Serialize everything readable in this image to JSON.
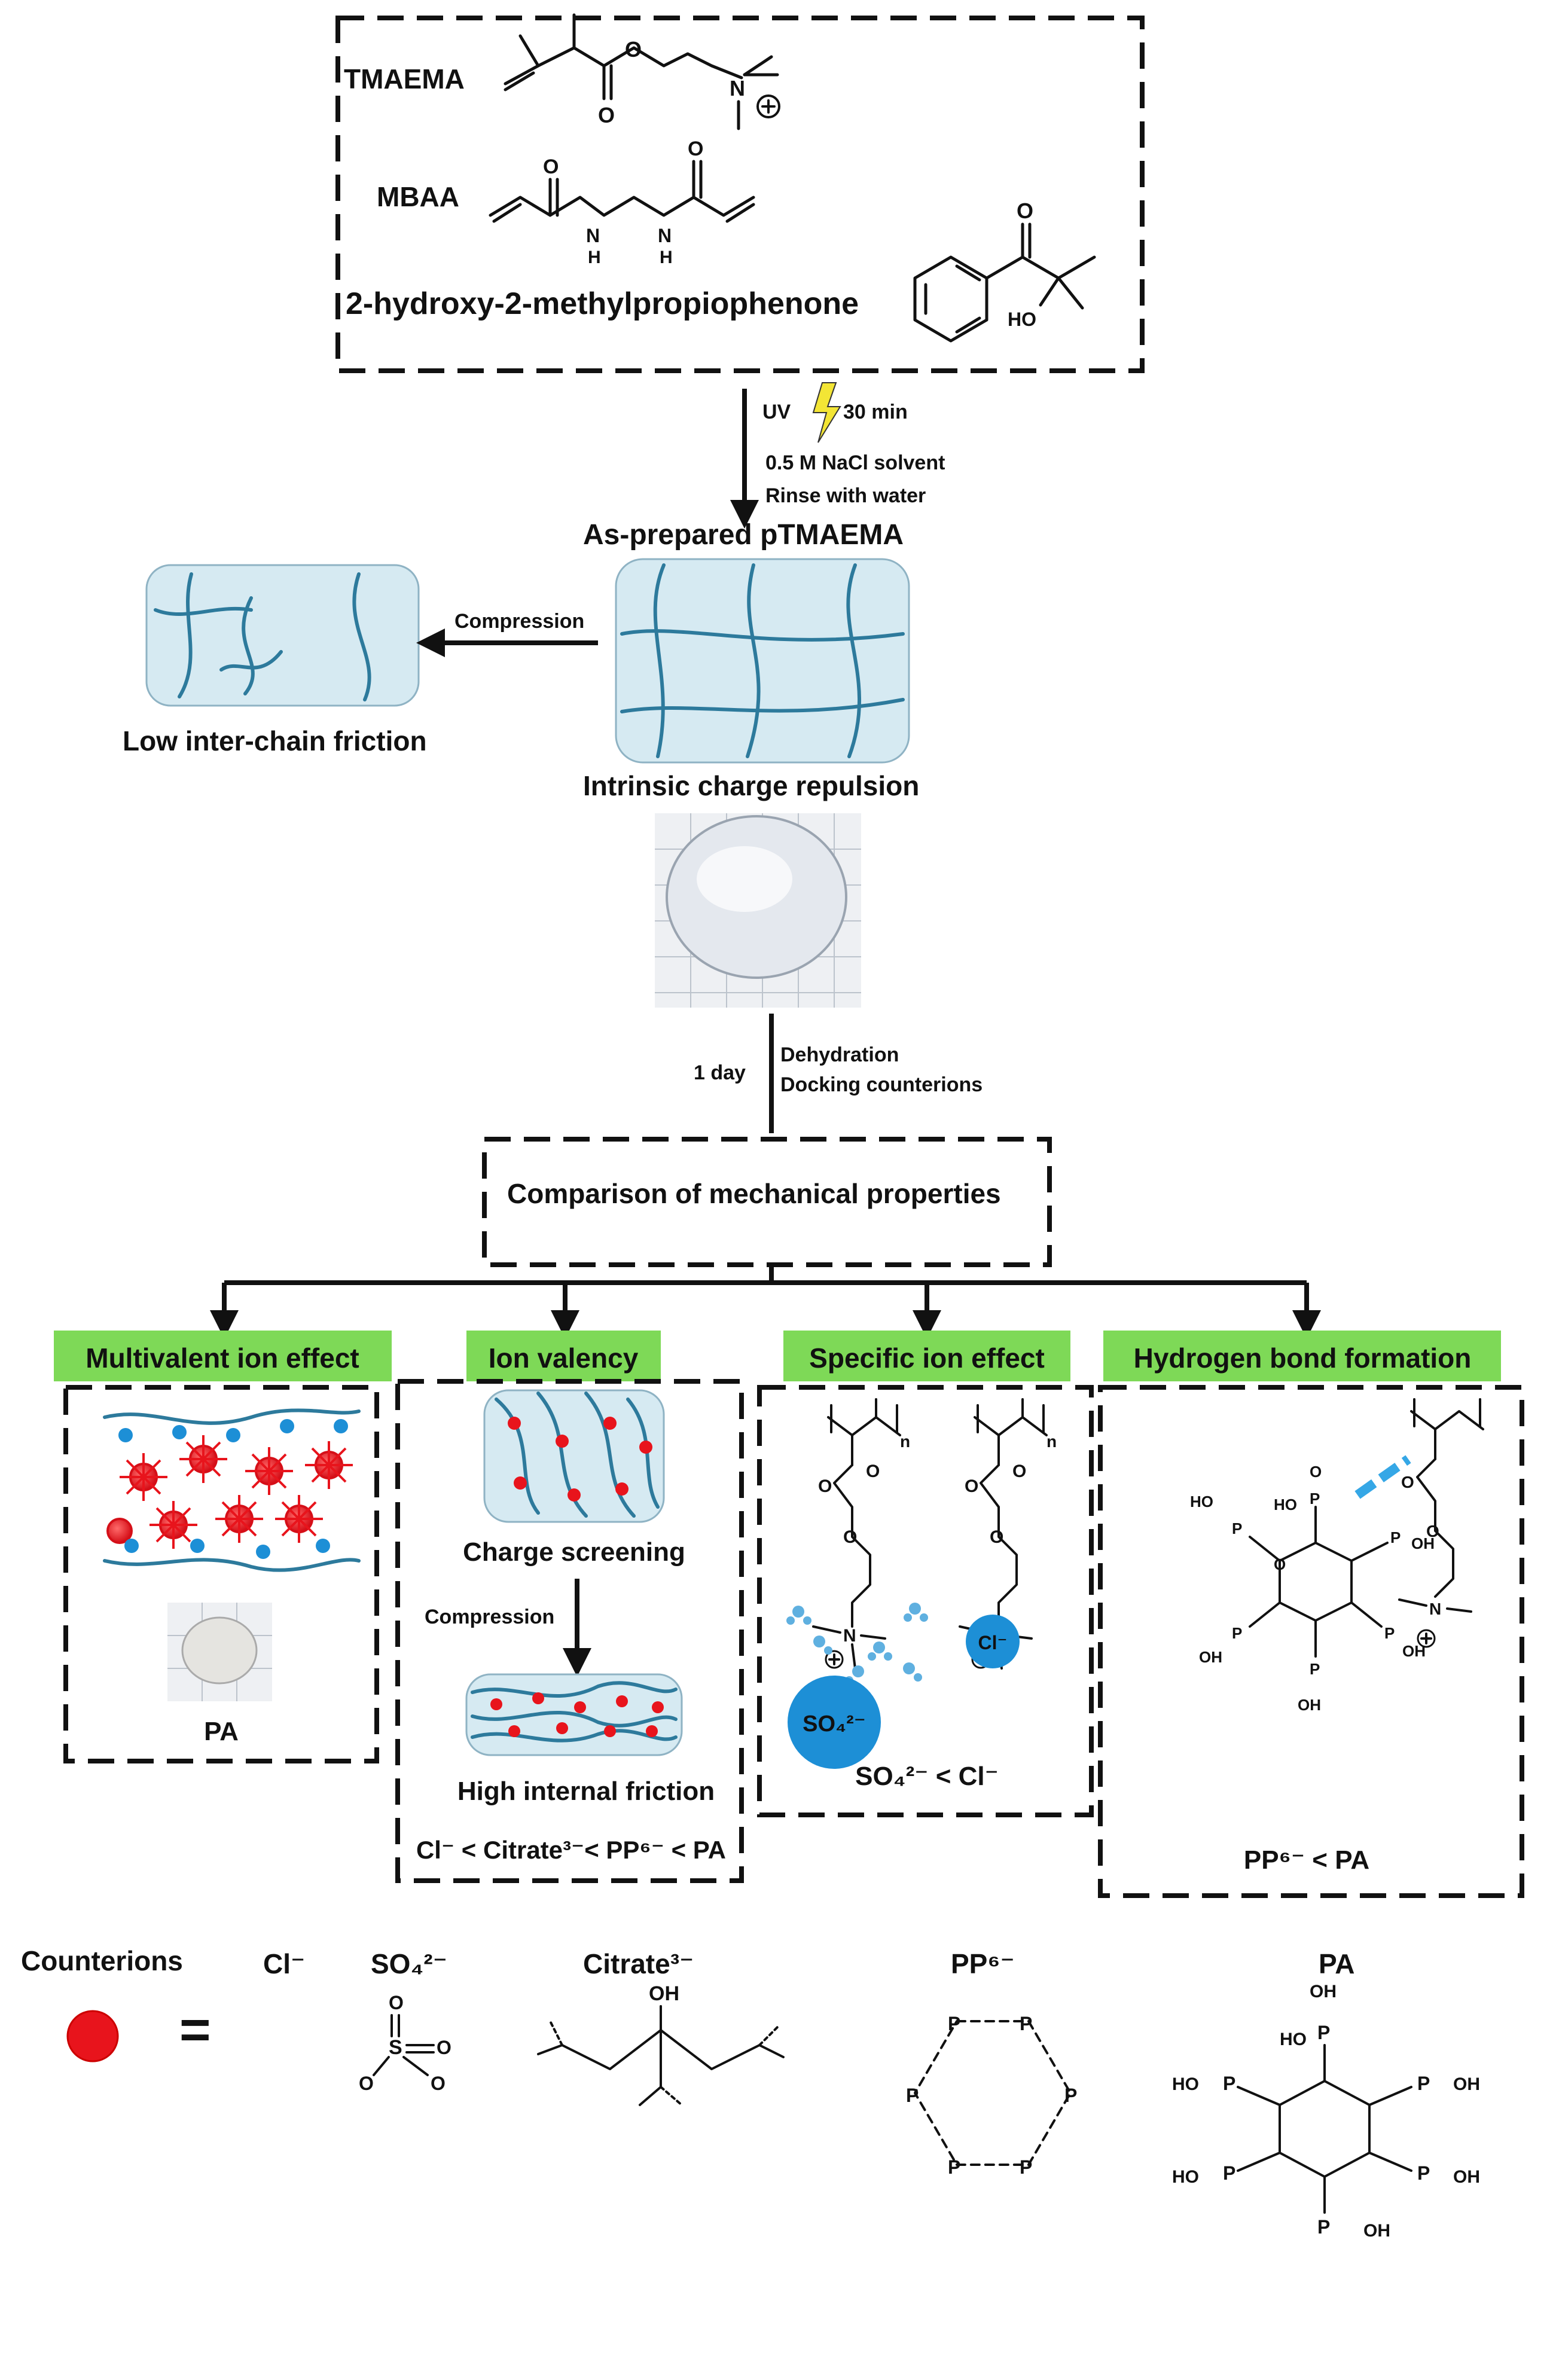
{
  "monomers": {
    "tmaema": "TMAEMA",
    "mbaa": "MBAA",
    "initiator": "2-hydroxy-2-methylpropiophenone",
    "initiator_ho": "HO",
    "o": "O",
    "h": "H",
    "n": "N"
  },
  "step1": {
    "uv": "UV",
    "time": "30 min",
    "solvent": "0.5 M NaCl solvent",
    "rinse": "Rinse with water",
    "product": "As-prepared pTMAEMA"
  },
  "compression_top": "Compression",
  "low_friction": "Low inter-chain friction",
  "charge_repulsion": "Intrinsic charge repulsion",
  "step2": {
    "time": "1 day",
    "dehydration": "Dehydration",
    "docking": "Docking counterions"
  },
  "comparison": "Comparison of mechanical properties",
  "panels": {
    "p1": {
      "title": "Multivalent ion effect",
      "caption": "PA"
    },
    "p2": {
      "title": "Ion valency",
      "screening": "Charge screening",
      "compression": "Compression",
      "friction": "High internal friction",
      "order": "Cl⁻ < Citrate³⁻< PP⁶⁻ < PA"
    },
    "p3": {
      "title": "Specific ion effect",
      "so4": "SO₄²⁻",
      "cl": "Cl⁻",
      "order": "SO₄²⁻ < Cl⁻",
      "n_sub": "n"
    },
    "p4": {
      "title": "Hydrogen bond formation",
      "order": "PP⁶⁻ < PA"
    }
  },
  "legend": {
    "counterions": "Counterions",
    "equals": "=",
    "cl": "Cl⁻",
    "so4": "SO₄²⁻",
    "citrate": "Citrate³⁻",
    "pp": "PP⁶⁻",
    "pa": "PA",
    "oh": "OH",
    "ho": "HO",
    "p": "P",
    "s": "S",
    "o": "O"
  },
  "colors": {
    "title_bg": "#7ed957",
    "chain": "#2d7a9c",
    "gel": "#d6eaf2",
    "counterion": "#e8141c",
    "ion_blue": "#1d8fd6"
  }
}
